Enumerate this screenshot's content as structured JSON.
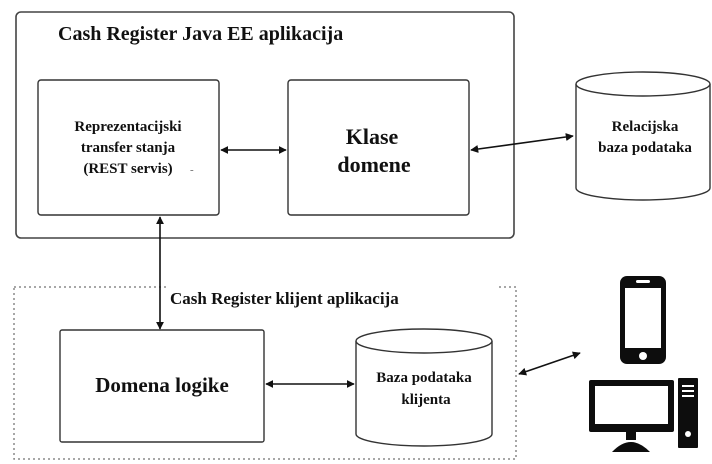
{
  "server_app": {
    "title": "Cash Register Java EE aplikacija",
    "rest": {
      "line1": "Reprezentacijski",
      "line2": "transfer stanja",
      "line3": "(REST servis)",
      "trailing_mark": "-"
    },
    "domain_classes": {
      "line1": "Klase",
      "line2": "domene"
    }
  },
  "relational_db": {
    "line1": "Relacijska",
    "line2": "baza podataka"
  },
  "client_app": {
    "title": "Cash Register klijent aplikacija",
    "logic": {
      "label": "Domena logike"
    },
    "client_db": {
      "line1": "Baza podataka",
      "line2": "klijenta"
    }
  },
  "devices": {
    "phone_icon": "smartphone-icon",
    "desktop_icon": "desktop-computer-icon"
  }
}
